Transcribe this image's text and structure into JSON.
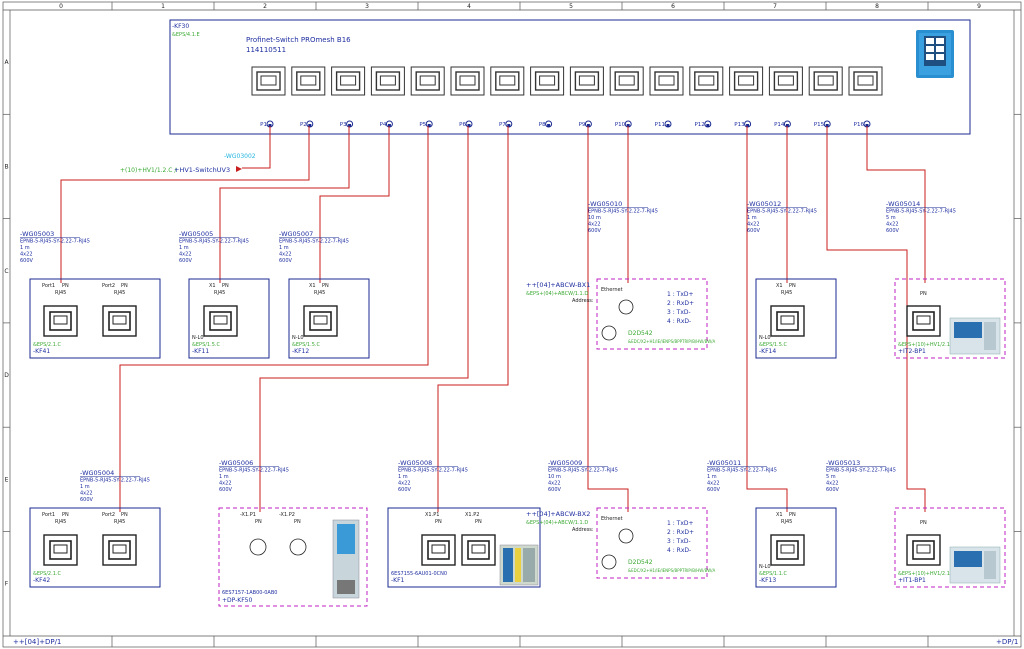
{
  "columns": [
    "0",
    "1",
    "2",
    "3",
    "4",
    "5",
    "6",
    "7",
    "8",
    "9"
  ],
  "rows": [
    "A",
    "B",
    "C",
    "D",
    "E",
    "F"
  ],
  "footer": {
    "left": "++[04]+DP/1",
    "right": "+DP/1"
  },
  "switch": {
    "tag": "-KF30",
    "location": "&EPS/4.1.E",
    "name": "Profinet-Switch PROmesh B16",
    "partno": "114110511",
    "ports": [
      "P1",
      "P2",
      "P3",
      "P4",
      "P5",
      "P6",
      "P7",
      "P8",
      "P9",
      "P10",
      "P11",
      "P12",
      "P13",
      "P14",
      "P15",
      "P16"
    ]
  },
  "switch_ref": {
    "wire": "-WG03002",
    "dest": "+HV1-SwitchUV3",
    "prefix": "+(10)+HV1/1.2.C /"
  },
  "cables": [
    {
      "id": "c1",
      "name": "-WG05003",
      "type": "EPNB-5-RJ45-SY-2.22-7-RJ45",
      "len": "1 m",
      "size": "4x22",
      "volt": "600V"
    },
    {
      "id": "c2",
      "name": "-WG05005",
      "type": "EPNB-5-RJ45-SY-2.22-7-RJ45",
      "len": "1 m",
      "size": "4x22",
      "volt": "600V"
    },
    {
      "id": "c3",
      "name": "-WG05007",
      "type": "EPNB-5-RJ45-SY-2.22-7-RJ45",
      "len": "1 m",
      "size": "4x22",
      "volt": "600V"
    },
    {
      "id": "c4",
      "name": "-WG05010",
      "type": "EPNB-5-RJ45-SY-2.22-7-RJ45",
      "len": "10 m",
      "size": "4x22",
      "volt": "600V"
    },
    {
      "id": "c5",
      "name": "-WG05012",
      "type": "EPNB-5-RJ45-SY-2.22-7-RJ45",
      "len": "1 m",
      "size": "4x22",
      "volt": "600V"
    },
    {
      "id": "c6",
      "name": "-WG05014",
      "type": "EPNB-5-RJ45-SY-2.22-7-RJ45",
      "len": "5 m",
      "size": "4x22",
      "volt": "600V"
    },
    {
      "id": "c7",
      "name": "-WG05004",
      "type": "EPNB-5-RJ45-SY-2.22-7-RJ45",
      "len": "1 m",
      "size": "4x22",
      "volt": "600V"
    },
    {
      "id": "c8",
      "name": "-WG05006",
      "type": "EPNB-5-RJ45-SY-2.22-7-RJ45",
      "len": "1 m",
      "size": "4x22",
      "volt": "600V"
    },
    {
      "id": "c9",
      "name": "-WG05008",
      "type": "EPNB-5-RJ45-SY-2.22-7-RJ45",
      "len": "1 m",
      "size": "4x22",
      "volt": "600V"
    },
    {
      "id": "c10",
      "name": "-WG05009",
      "type": "EPNB-5-RJ45-SY-2.22-7-RJ45",
      "len": "10 m",
      "size": "4x22",
      "volt": "600V"
    },
    {
      "id": "c11",
      "name": "-WG05011",
      "type": "EPNB-5-RJ45-SY-2.22-7-RJ45",
      "len": "1 m",
      "size": "4x22",
      "volt": "600V"
    },
    {
      "id": "c12",
      "name": "-WG05013",
      "type": "EPNB-5-RJ45-SY-2.22-7-RJ45",
      "len": "5 m",
      "size": "4x22",
      "volt": "600V"
    }
  ],
  "devices": {
    "kf41": {
      "tag": "-KF41",
      "loc": "&EPS/2.1.C",
      "p1": "Port1",
      "p2": "Port2",
      "pn": "PN",
      "rj": "RJ45"
    },
    "kf11": {
      "tag": "-KF11",
      "loc": "&EPS/1.5.C",
      "x": "X1",
      "pn": "PN",
      "rj": "RJ45",
      "nl": "N-L0"
    },
    "kf12": {
      "tag": "-KF12",
      "loc": "&EPS/1.5.C",
      "x": "X1",
      "pn": "PN",
      "rj": "RJ45",
      "nl": "N-L0"
    },
    "bx1": {
      "tag": "++[04]+ABCW-BX1",
      "loc": "&EPS+(04)+ABCW/1.1.D",
      "addr": "Address:",
      "ether": "Ethernet",
      "pins": [
        "1 : TxD+",
        "2 : RxD+",
        "3 : TxD-",
        "4 : RxD-"
      ],
      "code": "D2D542",
      "code2": "&EDC/X2+H1/IE/IENPS/BPPTRIP/B/HW/BW/A"
    },
    "kf14": {
      "tag": "-KF14",
      "loc": "&EPS/1.5.C",
      "x": "X1",
      "pn": "PN",
      "rj": "RJ45",
      "nl": "N-L0"
    },
    "it2": {
      "tag": "+IT2-BP1",
      "loc": "&EPS+(10)+HV1/2.1",
      "pn": "PN"
    },
    "kf42": {
      "tag": "-KF42",
      "loc": "&EPS/2.1.C",
      "p1": "Port1",
      "p2": "Port2",
      "pn": "PN",
      "rj": "RJ45"
    },
    "kf50": {
      "tag": "+DP-KF50",
      "part": "6ES7157-1AB00-0AB0",
      "p1": "-X1.P1",
      "p2": "-X1.P2",
      "pn": "PN"
    },
    "kf1": {
      "tag": "-KF1",
      "part": "6ES7155-6AU01-0CN0",
      "p1": "X1.P1",
      "p2": "X1.P2",
      "pn": "PN"
    },
    "bx2": {
      "tag": "++[04]+ABCW-BX2",
      "loc": "&EPS+(04)+ABCW/1.1.D",
      "addr": "Address:",
      "ether": "Ethernet",
      "pins": [
        "1 : TxD+",
        "2 : RxD+",
        "3 : TxD-",
        "4 : RxD-"
      ],
      "code": "D2D542",
      "code2": "&EDC/X2+H1/IE/IENPS/BPPTRIP/B/HW/BW/A"
    },
    "kf13": {
      "tag": "-KF13",
      "loc": "&EPS/1.1.C",
      "x": "X1",
      "pn": "PN",
      "rj": "RJ45",
      "nl": "N-L0"
    },
    "it1": {
      "tag": "+IT1-BP1",
      "loc": "&EPS+(10)+HV1/2.1",
      "pn": "PN"
    }
  },
  "colors": {
    "wire": "#c81e1e",
    "box": "#1a2a90",
    "text": "#1f2fa0",
    "loc": "#3aa832",
    "dash": "#c020c0"
  }
}
